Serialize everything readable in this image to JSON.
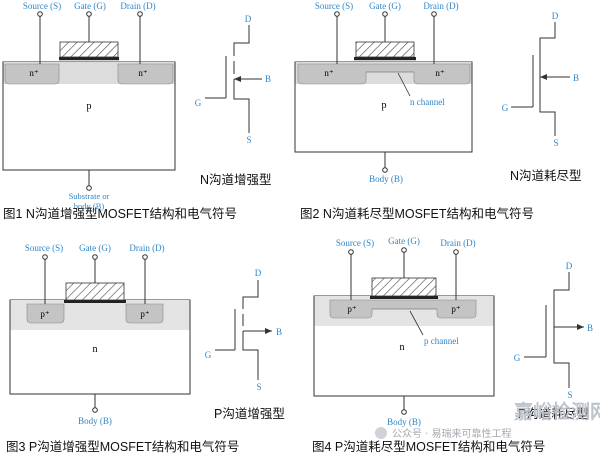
{
  "panels": [
    {
      "terminals": {
        "source": "Source (S)",
        "gate": "Gate (G)",
        "drain": "Drain (D)",
        "body": "Substrate or body (B)"
      },
      "regions": {
        "source": "n⁺",
        "drain": "n⁺",
        "substrate": "p"
      },
      "symbol": {
        "d": "D",
        "g": "G",
        "s": "S",
        "b": "B"
      },
      "type_label": "N沟道增强型",
      "caption": "图1 N沟道增强型MOSFET结构和电气符号"
    },
    {
      "terminals": {
        "source": "Source (S)",
        "gate": "Gate (G)",
        "drain": "Drain (D)",
        "body": "Body (B)"
      },
      "regions": {
        "source": "n⁺",
        "drain": "n⁺",
        "substrate": "p"
      },
      "channel_label": "n channel",
      "symbol": {
        "d": "D",
        "g": "G",
        "s": "S",
        "b": "B"
      },
      "type_label": "N沟道耗尽型",
      "caption": "图2 N沟道耗尽型MOSFET结构和电气符号"
    },
    {
      "terminals": {
        "source": "Source (S)",
        "gate": "Gate (G)",
        "drain": "Drain (D)",
        "body": "Body (B)"
      },
      "regions": {
        "source": "p⁺",
        "drain": "p⁺",
        "substrate": "n"
      },
      "symbol": {
        "d": "D",
        "g": "G",
        "s": "S",
        "b": "B"
      },
      "type_label": "P沟道增强型",
      "caption": "图3 P沟道增强型MOSFET结构和电气符号"
    },
    {
      "terminals": {
        "source": "Source (S)",
        "gate": "Gate (G)",
        "drain": "Drain (D)",
        "body": "Body (B)"
      },
      "regions": {
        "source": "p⁺",
        "drain": "p⁺",
        "substrate": "n"
      },
      "channel_label": "p channel",
      "symbol": {
        "d": "D",
        "g": "G",
        "s": "S",
        "b": "B"
      },
      "type_label": "P沟道耗尽型",
      "caption": "图4 P沟道耗尽型MOSFET结构和电气符号"
    }
  ],
  "watermark": {
    "brand": "嘉峪检测网",
    "account": "公众号 · 易瑞来可靠性工程"
  },
  "colors": {
    "terminal_text": "#2f86c8",
    "oxide": "#4a4a4a",
    "diffusion": "#c9c9c9",
    "substrate_outline": "#333333"
  }
}
